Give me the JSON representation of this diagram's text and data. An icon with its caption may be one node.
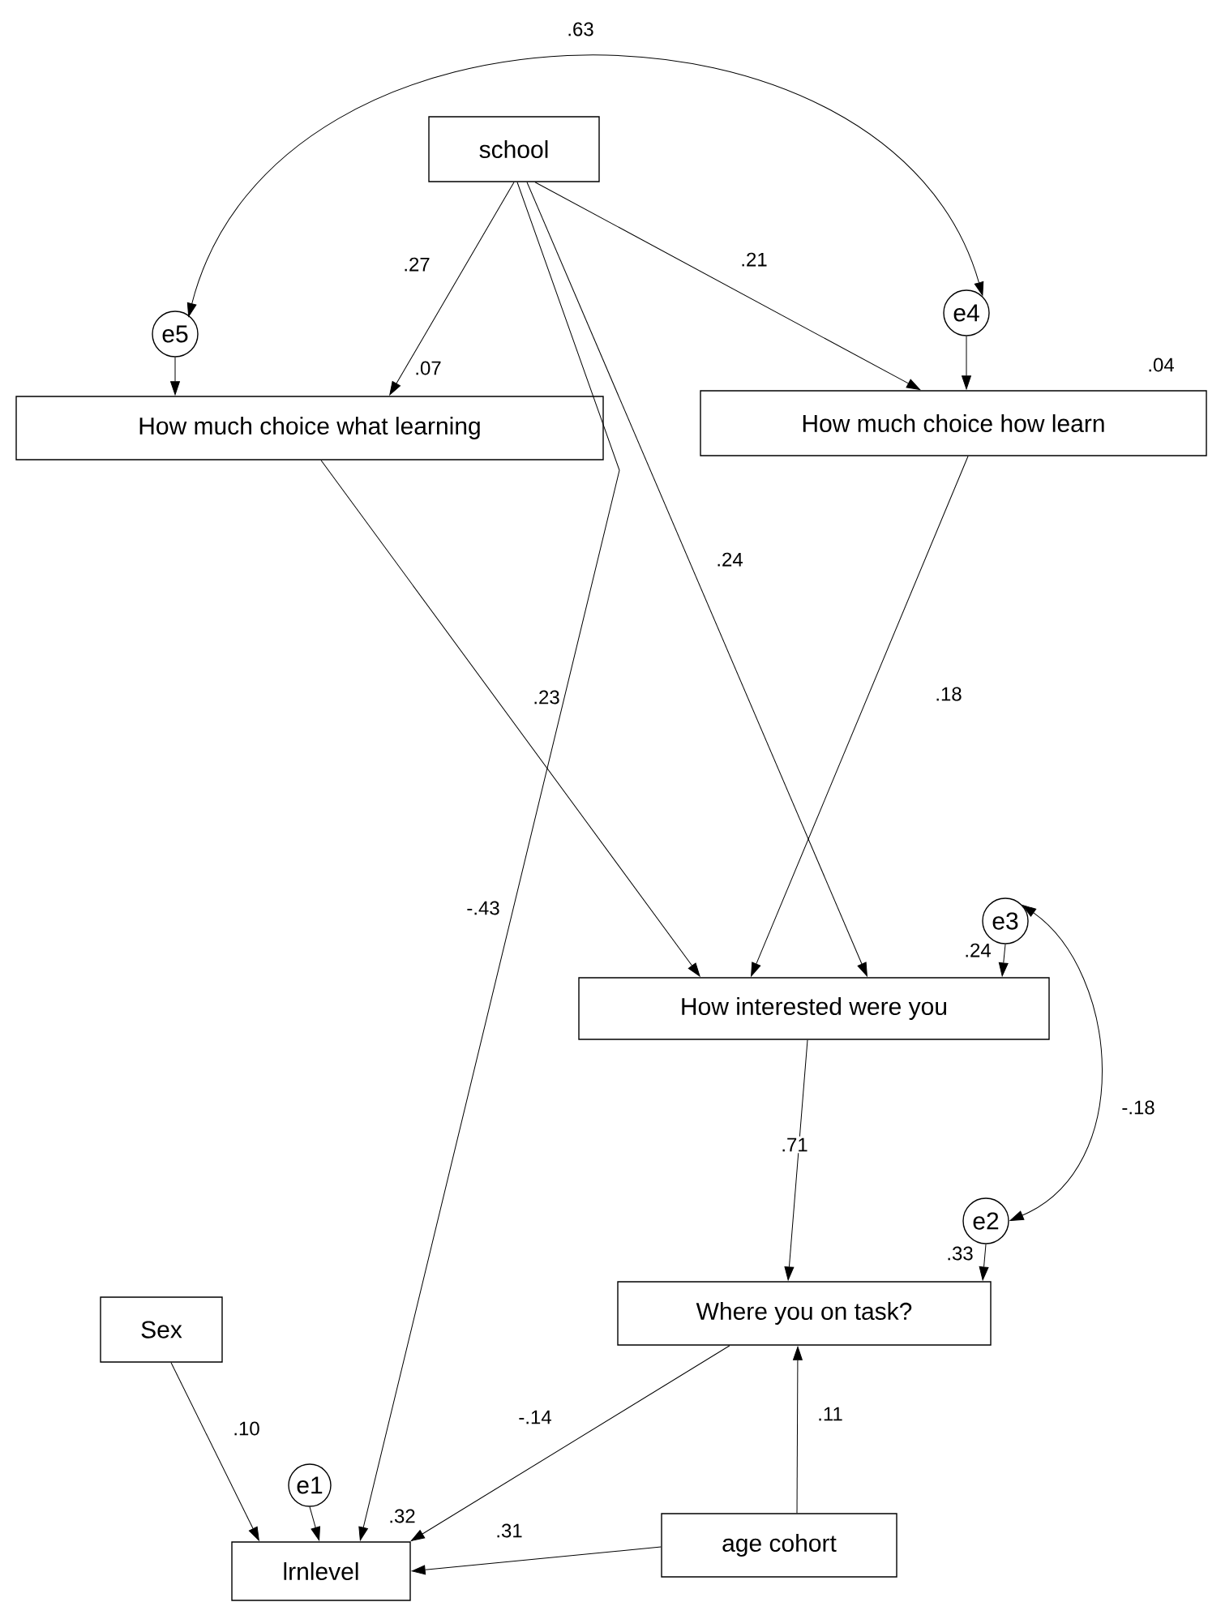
{
  "diagram": {
    "nodes": [
      {
        "text": [
          "school"
        ]
      },
      {
        "text": [
          "e5"
        ]
      },
      {
        "text": [
          "e4"
        ]
      },
      {
        "text": [
          "How much choice what learning"
        ],
        "beside": [
          ".07"
        ]
      },
      {
        "text": [
          "How much choice how learn"
        ],
        "beside": [
          ".04"
        ]
      },
      {
        "text": [
          "e3"
        ]
      },
      {
        "text": [
          "How interested were you"
        ]
      },
      {
        "text": [
          "e2"
        ]
      },
      {
        "text": [
          "Where you on task?"
        ]
      },
      {
        "text": [
          "Sex"
        ]
      },
      {
        "text": [
          "e1"
        ]
      },
      {
        "text": [
          "lrnlevel"
        ],
        "beside": [
          ".32"
        ]
      },
      {
        "text": [
          "age cohort"
        ]
      }
    ],
    "edges": [
      {
        "from": 0,
        "to": 3,
        "arrow": "to",
        "label": ".27"
      },
      {
        "from": 0,
        "to": 11,
        "arrow": "to",
        "label": "-.43"
      },
      {
        "from": 0,
        "to": 4,
        "arrow": "to",
        "label": ".21"
      },
      {
        "from": 0,
        "to": 6,
        "arrow": "to",
        "label": ".24"
      },
      {
        "from": 1,
        "to": 3,
        "arrow": "to"
      },
      {
        "from": 2,
        "to": 4,
        "arrow": "to"
      },
      {
        "from": 1,
        "to": 2,
        "arrow": "both",
        "label": ".63"
      },
      {
        "from": 3,
        "to": 6,
        "arrow": "to",
        "label": ".23"
      },
      {
        "from": 4,
        "to": 6,
        "arrow": "to",
        "label": ".18"
      },
      {
        "from": 5,
        "to": 6,
        "arrow": "to"
      },
      {
        "from": 5,
        "to": 7,
        "arrow": "both",
        "label": "-.18"
      },
      {
        "from": 6,
        "to": 8,
        "arrow": "to",
        "label": ".71"
      },
      {
        "from": 7,
        "to": 8,
        "arrow": "to"
      },
      {
        "from": 8,
        "to": 11,
        "arrow": "to",
        "label": "-.14"
      },
      {
        "from": 9,
        "to": 11,
        "arrow": "to",
        "label": ".10"
      },
      {
        "from": 10,
        "to": 11,
        "arrow": "to"
      },
      {
        "from": 12,
        "to": 11,
        "arrow": "to",
        "label": ".31"
      },
      {
        "from": 12,
        "to": 8,
        "arrow": "to",
        "label": ".11"
      }
    ],
    "labels": [
      ".24",
      ".33"
    ]
  }
}
